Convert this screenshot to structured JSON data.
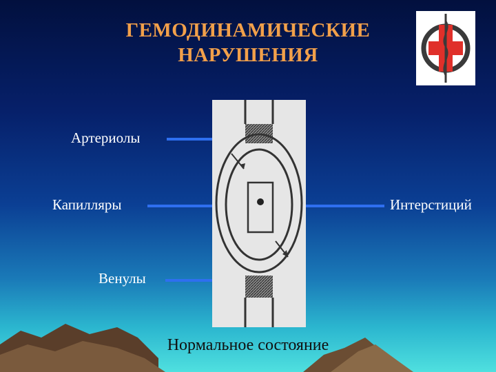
{
  "slide": {
    "title_line1": "ГЕМОДИНАМИЧЕСКИЕ",
    "title_line2": "НАРУШЕНИЯ",
    "caption": "Нормальное состояние"
  },
  "labels": {
    "arterioles": "Артериолы",
    "capillaries": "Капилляры",
    "venules": "Венулы",
    "interstitium": "Интерстиций"
  },
  "colors": {
    "title": "#f2a04a",
    "arrow": "#2e6ff0",
    "logo_cross": "#e0302a"
  },
  "icons": {
    "logo": "medical-cross-emblem-icon"
  }
}
